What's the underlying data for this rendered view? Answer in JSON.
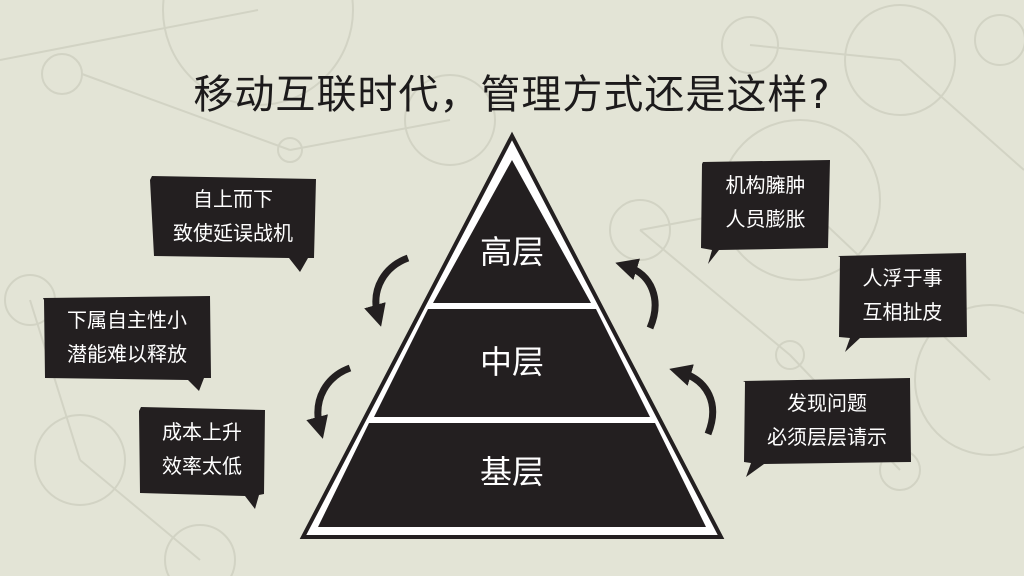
{
  "title": "移动互联时代，管理方式还是这样?",
  "colors": {
    "background": "#e3e4d6",
    "dark": "#231f20",
    "text_light": "#ffffff"
  },
  "pyramid": {
    "levels": [
      {
        "label": "高层"
      },
      {
        "label": "中层"
      },
      {
        "label": "基层"
      }
    ]
  },
  "left_bubbles": [
    {
      "lines": [
        "自上而下",
        "致使延误战机"
      ]
    },
    {
      "lines": [
        "下属自主性小",
        "潜能难以释放"
      ]
    },
    {
      "lines": [
        "成本上升",
        "效率太低"
      ]
    }
  ],
  "right_bubbles": [
    {
      "lines": [
        "机构臃肿",
        "人员膨胀"
      ]
    },
    {
      "lines": [
        "人浮于事",
        "互相扯皮"
      ]
    },
    {
      "lines": [
        "发现问题",
        "必须层层请示"
      ]
    }
  ],
  "arrows": [
    {
      "direction": "down"
    },
    {
      "direction": "down"
    },
    {
      "direction": "up"
    },
    {
      "direction": "up"
    }
  ]
}
